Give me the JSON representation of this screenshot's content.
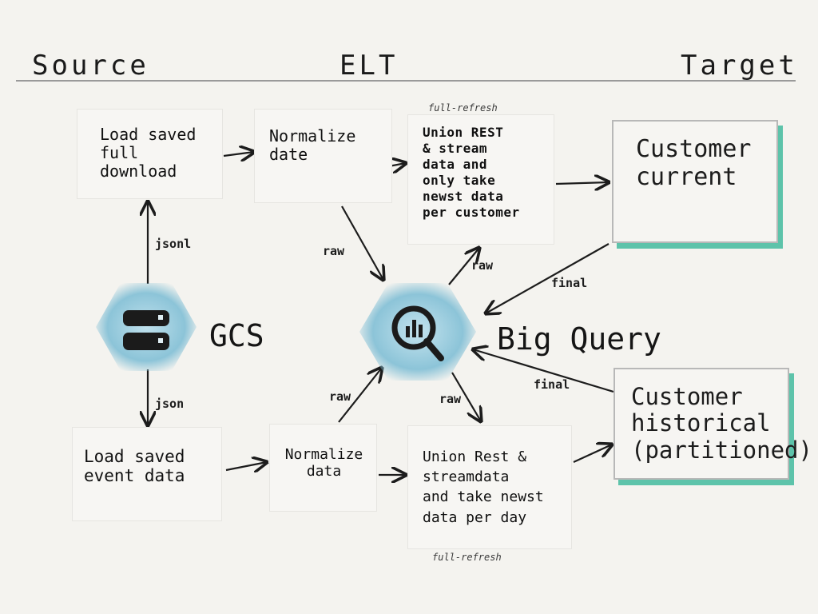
{
  "header": {
    "source": "Source",
    "middle": "ELT",
    "target": "Target"
  },
  "boxes": {
    "load_full": "Load saved\nfull download",
    "normalize_top": "Normalize\ndate",
    "union_top": "Union REST\n& stream\ndata and\nonly take\nnewst data\nper customer",
    "load_event": "Load saved\nevent data",
    "normalize_bottom": "Normalize\ndata",
    "union_bottom": "Union Rest &\nstreamdata\nand take newst\ndata per day"
  },
  "targets": {
    "current": "Customer\ncurrent",
    "historical": "Customer\nhistorical\n(partitioned)"
  },
  "notes": {
    "top_refresh": "full-refresh",
    "bottom_refresh": "full-refresh"
  },
  "hubs": {
    "gcs_label": "GCS",
    "bq_label": "Big Query"
  },
  "edge_labels": {
    "jsonl": "jsonl",
    "json": "json",
    "raw_top_left": "raw",
    "raw_top_right": "raw",
    "raw_bottom_left": "raw",
    "raw_bottom_right": "raw",
    "final_top": "final",
    "final_bottom": "final"
  },
  "colors": {
    "hub_glow": "#8cc4d8",
    "target_shadow": "#5dc3aa"
  },
  "icons": {
    "gcs": "storage-icon",
    "bq": "bigquery-icon"
  }
}
